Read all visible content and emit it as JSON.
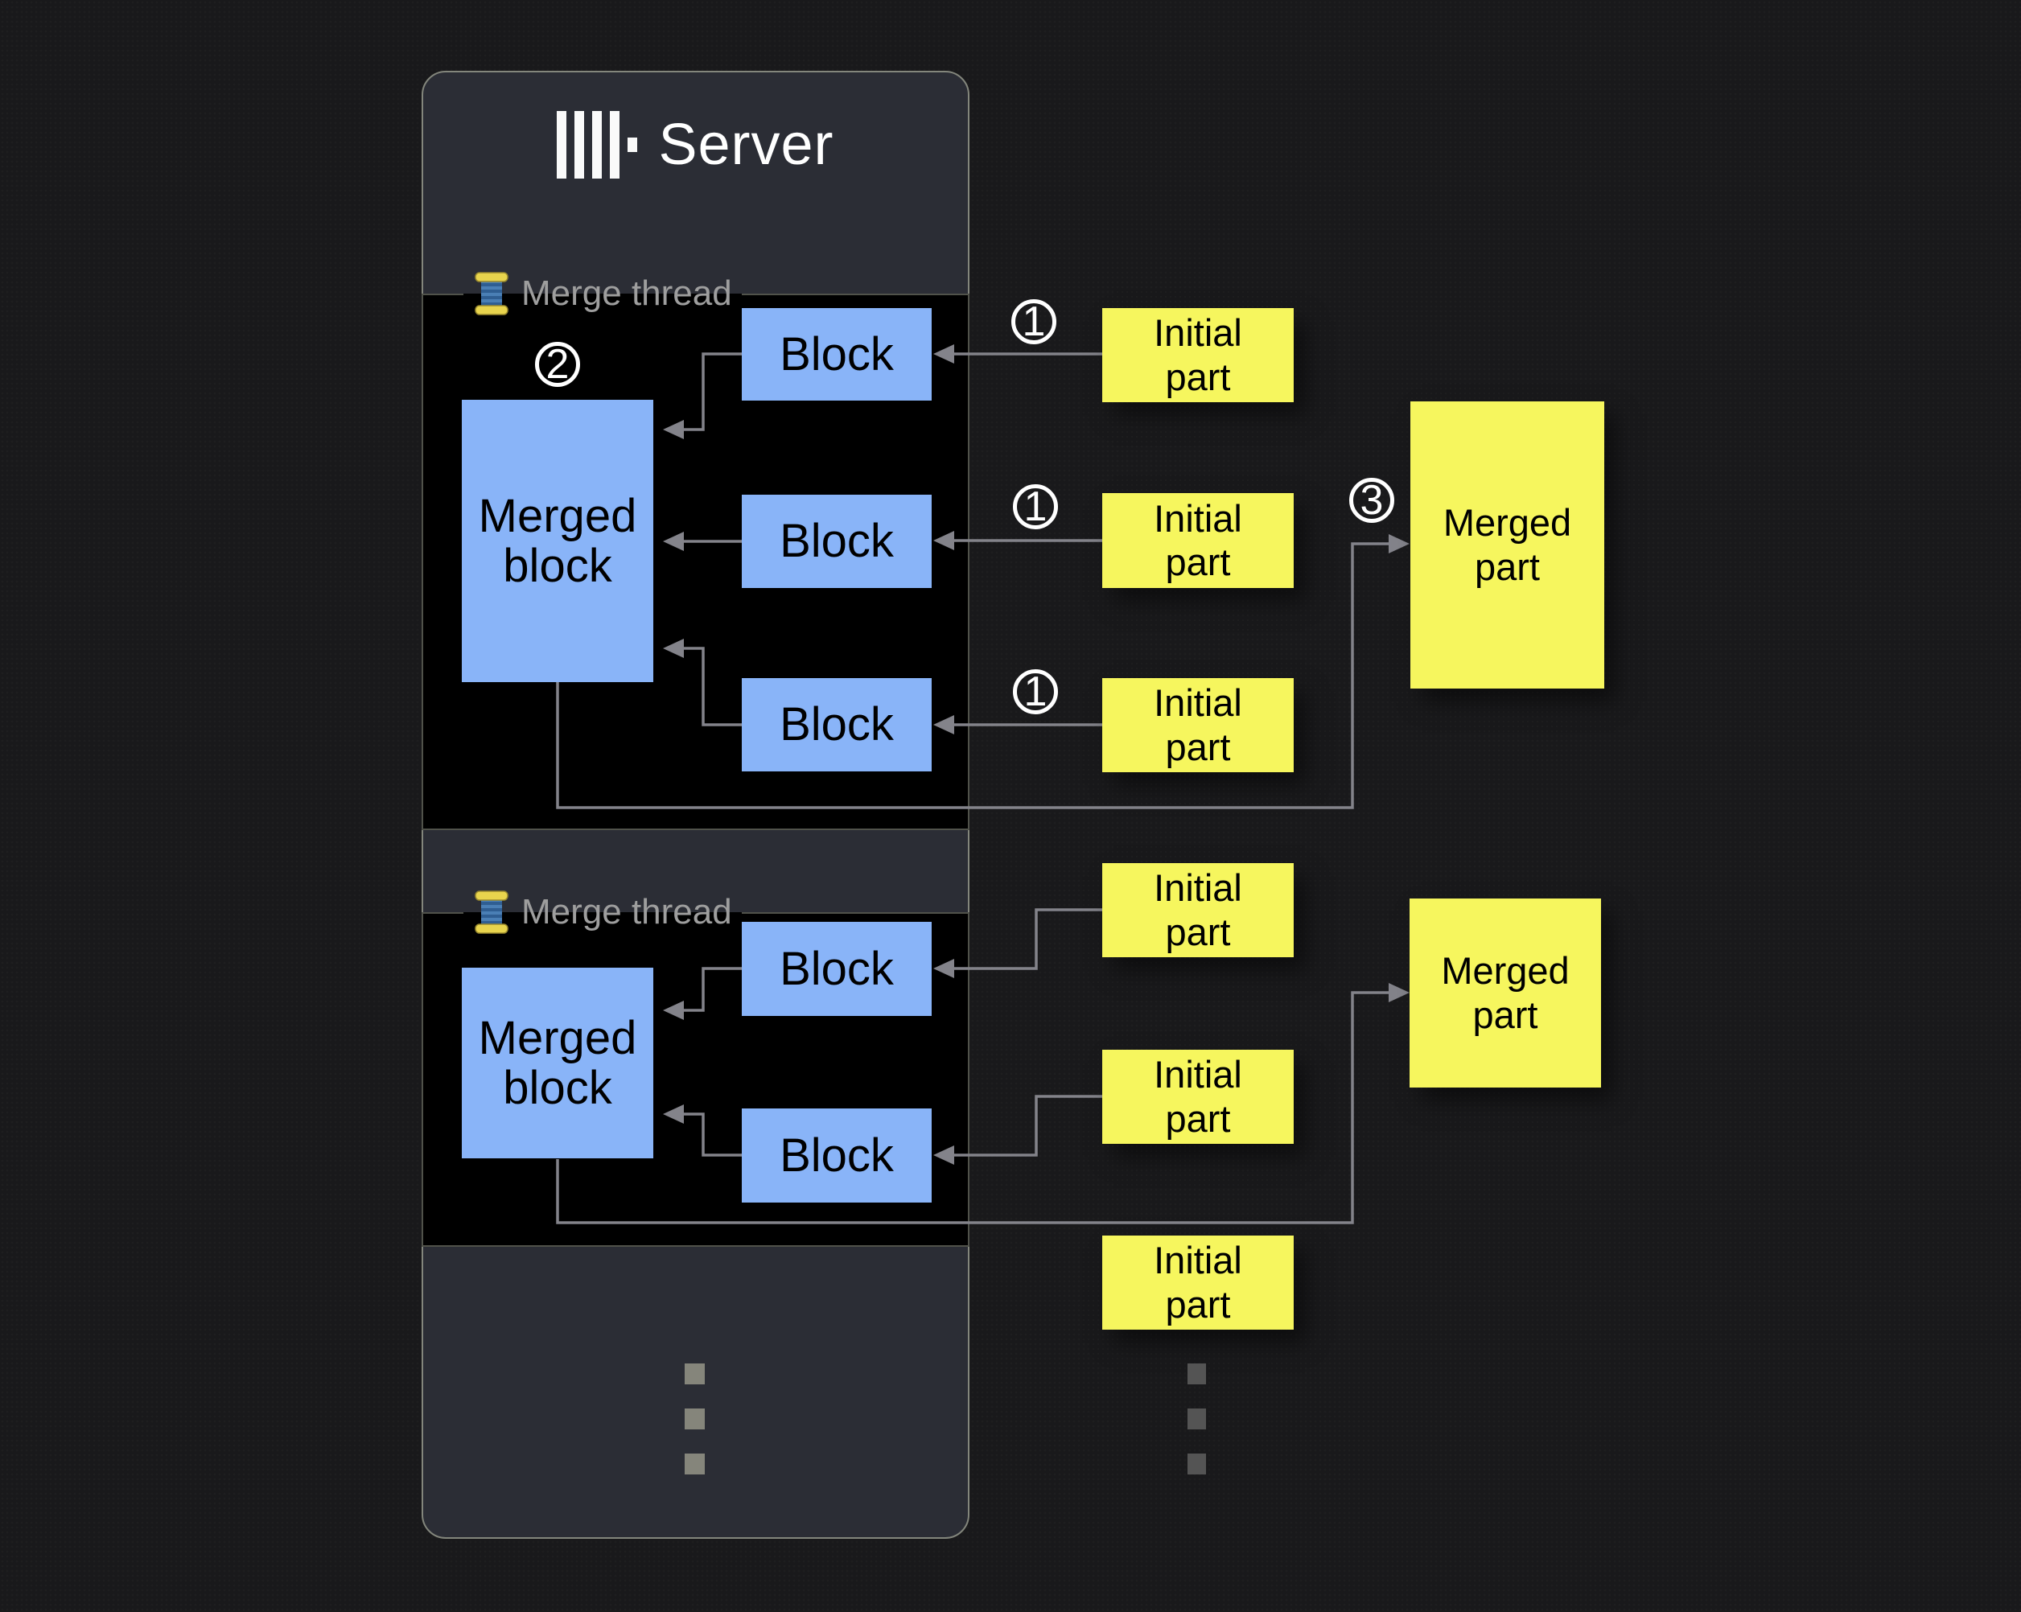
{
  "title": {
    "text": "Server"
  },
  "sections": [
    {
      "label": "Merge thread"
    },
    {
      "label": "Merge thread"
    }
  ],
  "labels": {
    "block": "Block",
    "merged_block": "Merged block",
    "initial_part": "Initial part",
    "merged_part": "Merged part"
  },
  "badges": {
    "one": "1",
    "two": "2",
    "three": "3"
  },
  "icons": {
    "logo": "clickhouse-bars-logo",
    "section_icon": "thread-spool-icon",
    "more_left": "vertical-ellipsis",
    "more_right": "vertical-ellipsis"
  },
  "colors": {
    "page_bg": "#19191b",
    "panel_bg": "#2b2d35",
    "panel_border": "#83867c",
    "section_bg": "#000000",
    "section_border": "#50524a",
    "block_fill": "#89b4f8",
    "part_fill": "#f6f65e",
    "connector": "#83838a",
    "section_label_text": "#9e9e9e",
    "title_text": "#ffffff",
    "box_text": "#000000"
  }
}
